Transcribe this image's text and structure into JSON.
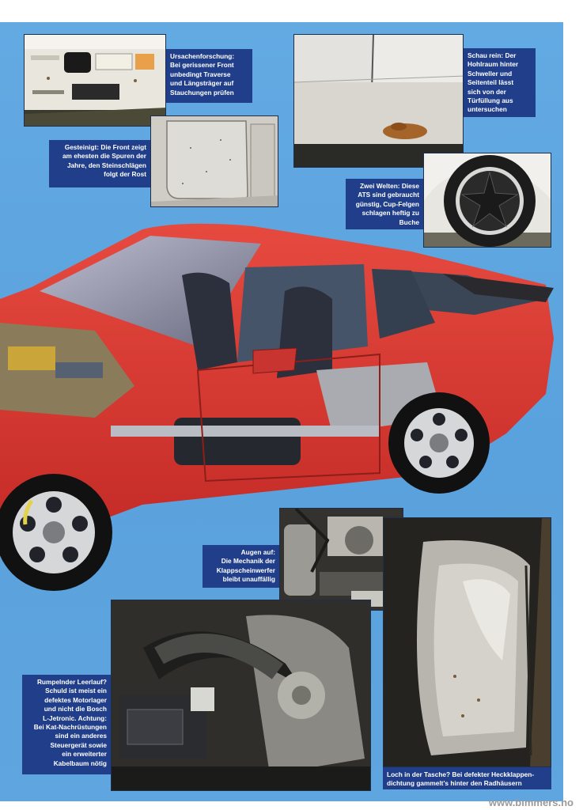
{
  "captions": {
    "front_crack": "Ursachenforschung:\nBei gerissener Front\nunbedingt Traverse\nund Längsträger auf\nStauchungen prüfen",
    "front_stone": "Gesteinigt: Die Front zeigt\nam ehesten die Spuren der\nJahre, den Steinschlägen\nfolgt der Rost",
    "sill": "Schau rein: Der\nHohlraum hinter\nSchweller und\nSeitenteil lässt\nsich von der\nTürfüllung aus\nuntersuchen",
    "wheels": "Zwei Welten: Diese\nATS sind gebraucht\ngünstig, Cup-Felgen\nschlagen heftig zu\nBuche",
    "headlights": "Augen auf:\nDie Mechanik der\nKlappscheinwerfer\nbleibt unauffällig",
    "idle": "Rumpelnder Leerlauf?\nSchuld ist meist ein\ndefektes Motorlager\nund nicht die Bosch\nL-Jetronic. Achtung:\nBei Kat-Nachrüstungen\nsind ein anderes\nSteuergerät sowie\nein erweiterter\nKabelbaum nötig",
    "pocket": "Loch in der Tasche? Bei defekter Heckklappen-\ndichtung gammelt's hinter den Radhäusern"
  },
  "watermark": "www.bimmers.no",
  "colors": {
    "background": "#5aa2dd",
    "caption_box": "#203e8a",
    "car_body": "#d7352f"
  }
}
